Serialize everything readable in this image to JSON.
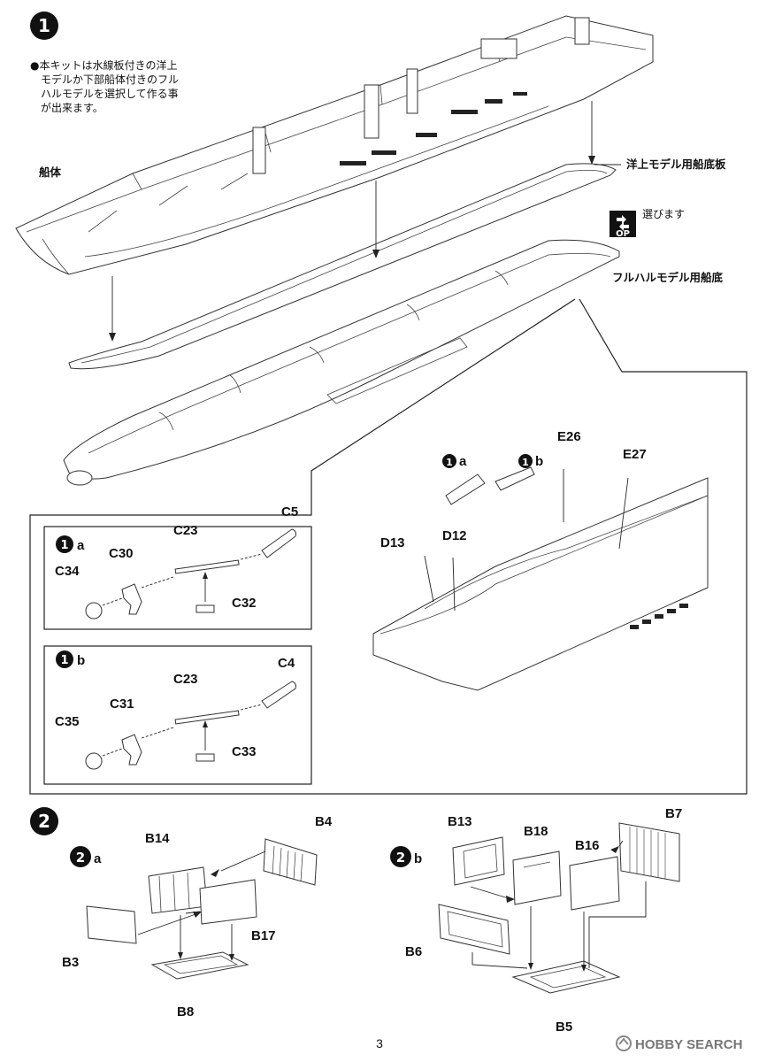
{
  "steps": {
    "step1": {
      "number": "1",
      "note": [
        "●本キットは水線板付きの洋上",
        "モデルか下部船体付きのフル",
        "ハルモデルを選択して作る事",
        "が出来ます。"
      ],
      "hull_label": "船体",
      "waterline_plate_label": "洋上モデル用船底板",
      "fullhull_bottom_label": "フルハルモデル用船底",
      "choose_label": "選びます",
      "op_badge": "OP",
      "sub_a": {
        "number": "1",
        "letter": "a",
        "parts": [
          "C5",
          "C23",
          "C30",
          "C34",
          "C32"
        ]
      },
      "sub_b": {
        "number": "1",
        "letter": "b",
        "parts": [
          "C4",
          "C23",
          "C31",
          "C35",
          "C33"
        ]
      },
      "detail_parts": [
        "E26",
        "E27",
        "D13",
        "D12"
      ]
    },
    "step2": {
      "number": "2",
      "sub_a": {
        "number": "2",
        "letter": "a",
        "parts": [
          "B14",
          "B4",
          "B17",
          "B3",
          "B8"
        ]
      },
      "sub_b": {
        "number": "2",
        "letter": "b",
        "parts": [
          "B13",
          "B18",
          "B16",
          "B7",
          "B6",
          "B5"
        ]
      }
    }
  },
  "footer": {
    "page_number": "3",
    "watermark": "HOBBY SEARCH"
  }
}
